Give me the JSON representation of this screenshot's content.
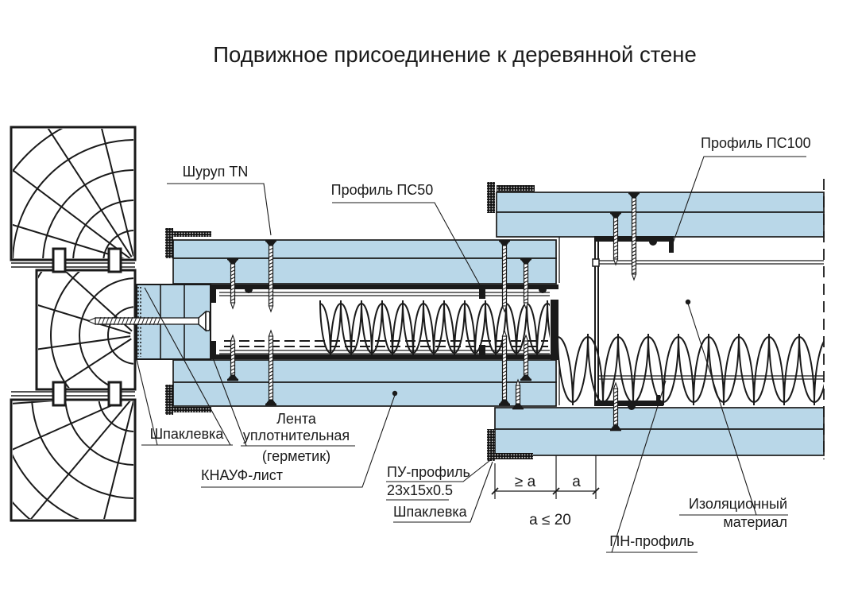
{
  "title": "Подвижное присоединение к деревянной стене",
  "labels": {
    "screw_tn": "Шуруп TN",
    "profile_ps50": "Профиль ПС50",
    "profile_ps100": "Профиль ПС100",
    "putty_left": "Шпаклевка",
    "sealing_tape_line1": "Лента",
    "sealing_tape_line2": "уплотнительная",
    "sealing_tape_line3": "(герметик)",
    "knauf_sheet": "КНАУФ-лист",
    "pu_profile_line1": "ПУ-профиль",
    "pu_profile_line2": "23х15х0.5",
    "putty_bottom": "Шпаклевка",
    "insulation_line1": "Изоляционный",
    "insulation_line2": "материал",
    "pn_profile": "ПН-профиль"
  },
  "dimensions": {
    "dim_left": "≥ a",
    "dim_right": "a",
    "dim_note": "a ≤ 20"
  },
  "colors": {
    "board_fill": "#b9d7e8",
    "line": "#1a1a1a"
  }
}
